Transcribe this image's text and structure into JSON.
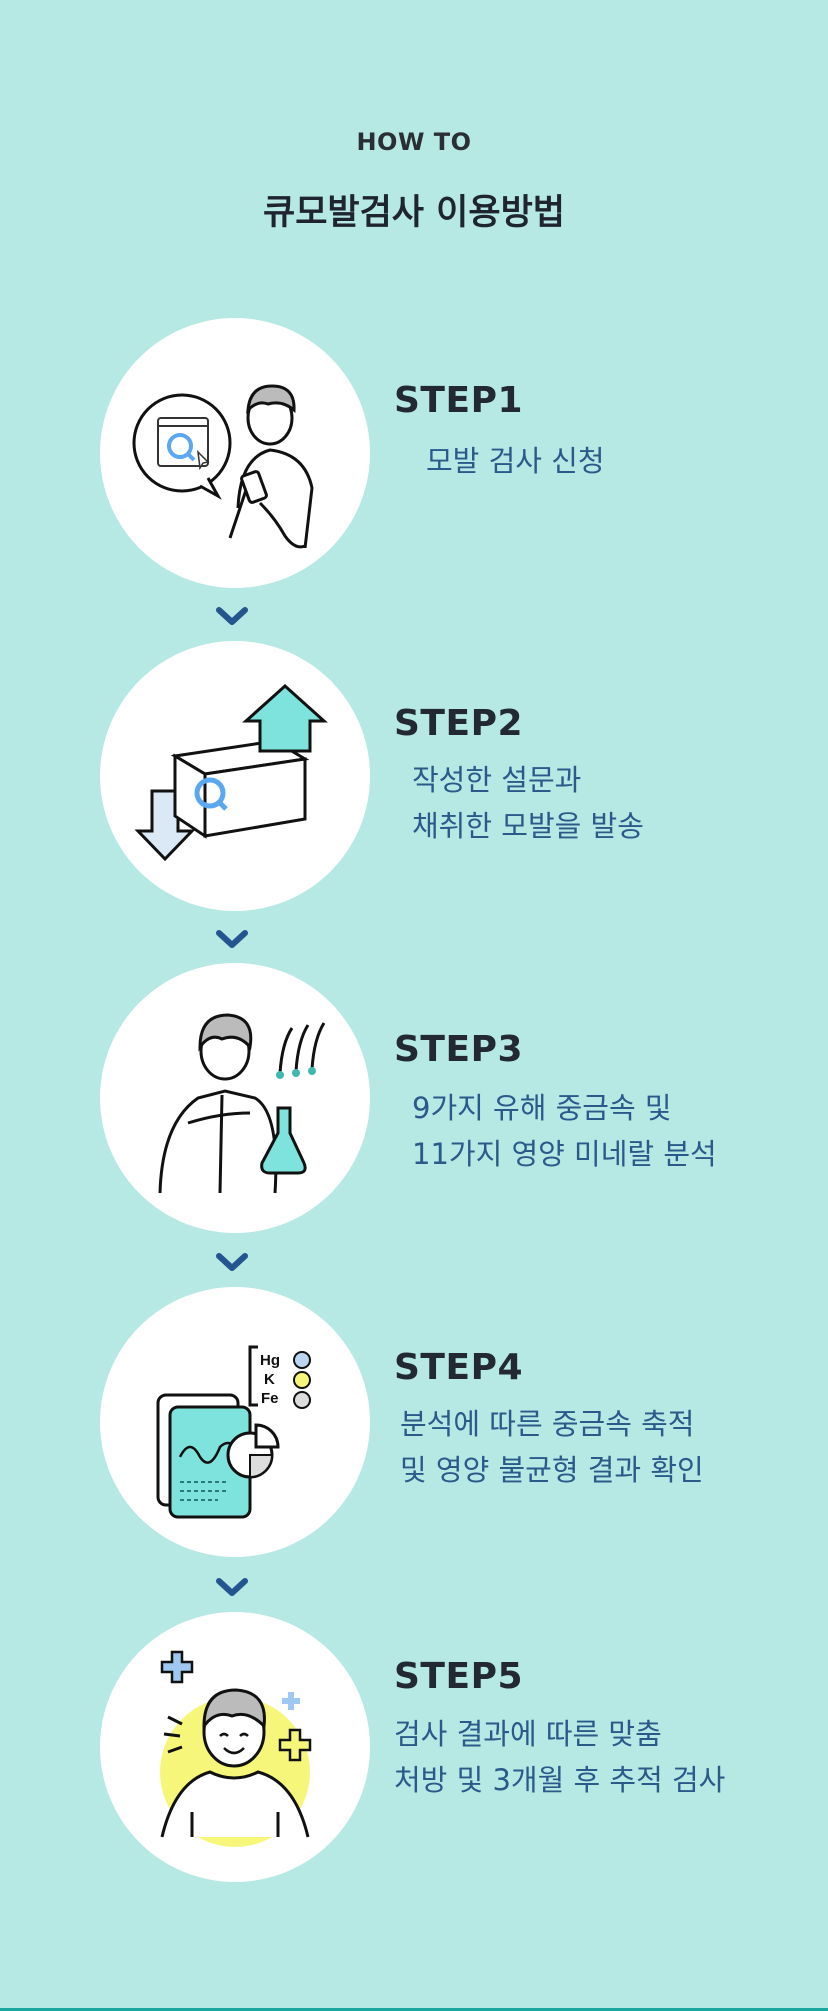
{
  "header": {
    "eyebrow": "HOW TO",
    "title": "큐모발검사 이용방법"
  },
  "steps": [
    {
      "label": "STEP1",
      "lines": [
        "모발 검사 신청"
      ]
    },
    {
      "label": "STEP2",
      "lines": [
        "작성한 설문과",
        "채취한 모발을 발송"
      ]
    },
    {
      "label": "STEP3",
      "lines": [
        "9가지 유해 중금속 및",
        "11가지 영양 미네랄 분석"
      ]
    },
    {
      "label": "STEP4",
      "lines": [
        "분석에 따른 중금속 축적",
        "및 영양 불균형 결과 확인"
      ]
    },
    {
      "label": "STEP5",
      "lines": [
        "검사 결과에 따른 맞춤",
        "처방 및 3개월 후 추적 검사"
      ]
    }
  ],
  "illustration_text": {
    "elements": [
      "Hg",
      "K",
      "Fe"
    ]
  },
  "colors": {
    "background": "#b6e8e4",
    "circle": "#ffffff",
    "accent_blue": "#2a5a8a",
    "chevron": "#24558f",
    "mint": "#7ee3dc",
    "yellow": "#f6f77a",
    "q_blue": "#5aa7f2"
  },
  "icons": [
    "phone-person-icon",
    "box-upload-icon",
    "scientist-flask-icon",
    "report-chart-icon",
    "smiling-person-icon",
    "chevron-down-icon"
  ]
}
